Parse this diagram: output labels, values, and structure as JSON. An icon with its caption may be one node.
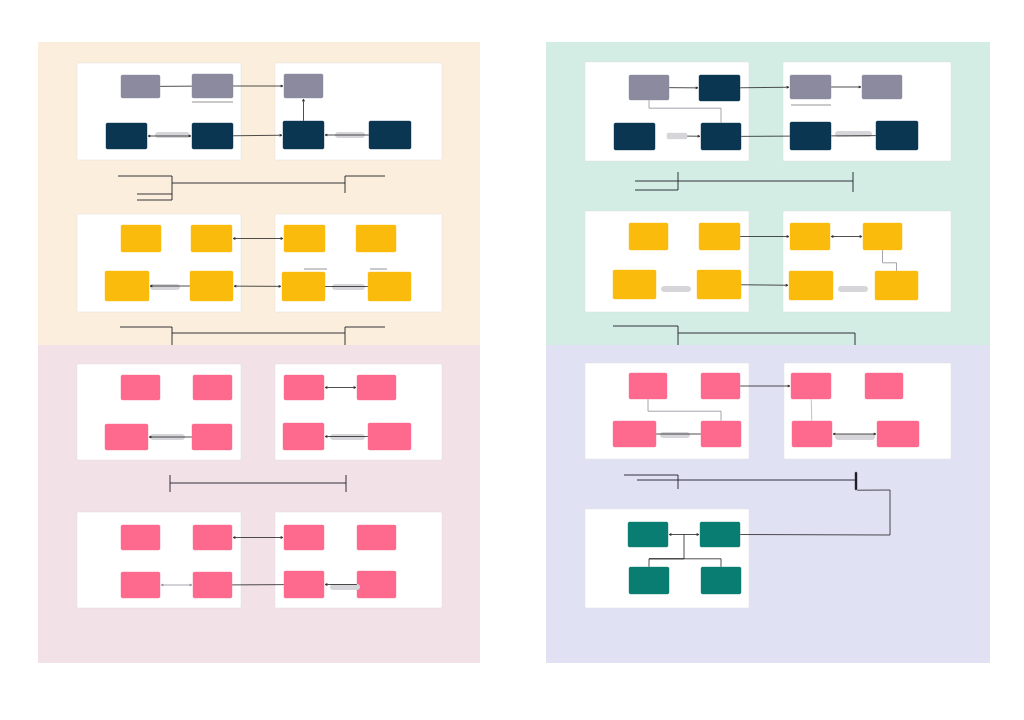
{
  "diagram": {
    "nodes": [
      {
        "text": [],
        "shape": "band"
      },
      {
        "text": [],
        "shape": "box",
        "in": 0
      },
      {
        "text": [],
        "shape": "box",
        "in": 1
      },
      {
        "text": [],
        "shape": "box",
        "in": 1
      },
      {
        "text": [],
        "shape": "box",
        "in": 1
      },
      {
        "text": [],
        "shape": "box",
        "in": 1
      },
      {
        "text": [],
        "shape": "box",
        "in": 0
      },
      {
        "text": [],
        "shape": "box",
        "in": 6
      },
      {
        "text": [],
        "shape": "box",
        "in": 6
      },
      {
        "text": [],
        "shape": "box",
        "in": 6
      },
      {
        "text": [],
        "shape": "box",
        "in": 0
      },
      {
        "text": [],
        "shape": "box",
        "in": 10
      },
      {
        "text": [],
        "shape": "box",
        "in": 10
      },
      {
        "text": [],
        "shape": "box",
        "in": 10
      },
      {
        "text": [],
        "shape": "box",
        "in": 10
      },
      {
        "text": [],
        "shape": "box",
        "in": 0
      },
      {
        "text": [],
        "shape": "box",
        "in": 15
      },
      {
        "text": [],
        "shape": "box",
        "in": 15
      },
      {
        "text": [],
        "shape": "box",
        "in": 15
      },
      {
        "text": [],
        "shape": "box",
        "in": 15
      },
      {
        "text": [],
        "shape": "band"
      },
      {
        "text": [],
        "shape": "box",
        "in": 20
      },
      {
        "text": [],
        "shape": "box",
        "in": 21
      },
      {
        "text": [],
        "shape": "box",
        "in": 21
      },
      {
        "text": [],
        "shape": "box",
        "in": 21
      },
      {
        "text": [],
        "shape": "box",
        "in": 21
      },
      {
        "text": [],
        "shape": "box",
        "in": 20
      },
      {
        "text": [],
        "shape": "box",
        "in": 26
      },
      {
        "text": [],
        "shape": "box",
        "in": 26
      },
      {
        "text": [],
        "shape": "box",
        "in": 26
      },
      {
        "text": [],
        "shape": "box",
        "in": 26
      },
      {
        "text": [],
        "shape": "box",
        "in": 20
      },
      {
        "text": [],
        "shape": "box",
        "in": 31
      },
      {
        "text": [],
        "shape": "box",
        "in": 31
      },
      {
        "text": [],
        "shape": "box",
        "in": 31
      },
      {
        "text": [],
        "shape": "box",
        "in": 31
      },
      {
        "text": [],
        "shape": "box",
        "in": 20
      },
      {
        "text": [],
        "shape": "box",
        "in": 36
      },
      {
        "text": [],
        "shape": "box",
        "in": 36
      },
      {
        "text": [],
        "shape": "box",
        "in": 36
      },
      {
        "text": [],
        "shape": "box",
        "in": 36
      },
      {
        "text": [],
        "shape": "band"
      },
      {
        "text": [],
        "shape": "box",
        "in": 41
      },
      {
        "text": [],
        "shape": "box",
        "in": 42
      },
      {
        "text": [],
        "shape": "box",
        "in": 42
      },
      {
        "text": [],
        "shape": "box",
        "in": 42
      },
      {
        "text": [],
        "shape": "box",
        "in": 42
      },
      {
        "text": [],
        "shape": "box",
        "in": 41
      },
      {
        "text": [],
        "shape": "box",
        "in": 47
      },
      {
        "text": [],
        "shape": "box",
        "in": 47
      },
      {
        "text": [],
        "shape": "box",
        "in": 47
      },
      {
        "text": [],
        "shape": "box",
        "in": 47
      },
      {
        "text": [],
        "shape": "box",
        "in": 41
      },
      {
        "text": [],
        "shape": "box",
        "in": 52
      },
      {
        "text": [],
        "shape": "box",
        "in": 52
      },
      {
        "text": [],
        "shape": "box",
        "in": 52
      },
      {
        "text": [],
        "shape": "box",
        "in": 52
      },
      {
        "text": [],
        "shape": "box",
        "in": 41
      },
      {
        "text": [],
        "shape": "box",
        "in": 57
      },
      {
        "text": [],
        "shape": "box",
        "in": 57
      },
      {
        "text": [],
        "shape": "box",
        "in": 57
      },
      {
        "text": [],
        "shape": "box",
        "in": 57
      },
      {
        "text": [],
        "shape": "band"
      },
      {
        "text": [],
        "shape": "box",
        "in": 62
      },
      {
        "text": [],
        "shape": "box",
        "in": 63
      },
      {
        "text": [],
        "shape": "box",
        "in": 63
      },
      {
        "text": [],
        "shape": "box",
        "in": 63
      },
      {
        "text": [],
        "shape": "box",
        "in": 63
      },
      {
        "text": [],
        "shape": "box",
        "in": 62
      },
      {
        "text": [],
        "shape": "box",
        "in": 68
      },
      {
        "text": [],
        "shape": "box",
        "in": 68
      },
      {
        "text": [],
        "shape": "box",
        "in": 68
      },
      {
        "text": [],
        "shape": "box",
        "in": 68
      },
      {
        "text": [],
        "shape": "box",
        "in": 62
      },
      {
        "text": [],
        "shape": "box",
        "in": 73
      },
      {
        "text": [],
        "shape": "box",
        "in": 73
      },
      {
        "text": [],
        "shape": "box",
        "in": 73
      },
      {
        "text": [],
        "shape": "box",
        "in": 73
      },
      {
        "text": [],
        "shape": "bar",
        "in": 21
      },
      {
        "text": [],
        "shape": "bar",
        "in": 62
      }
    ],
    "edges": [
      {
        "from": 2,
        "to": 3,
        "arrow": "none"
      },
      {
        "from": 3,
        "to": 7,
        "arrow": "to"
      },
      {
        "from": 4,
        "to": 5,
        "arrow": "both"
      },
      {
        "from": 5,
        "to": 8,
        "arrow": "to"
      },
      {
        "from": 8,
        "to": 7,
        "arrow": "to"
      },
      {
        "from": 9,
        "to": 8,
        "arrow": "to"
      },
      {
        "from": 12,
        "to": 16,
        "arrow": "both"
      },
      {
        "from": 14,
        "to": 13,
        "arrow": "to"
      },
      {
        "from": 14,
        "to": 18,
        "arrow": "both"
      },
      {
        "from": 18,
        "to": 19,
        "arrow": "none"
      },
      {
        "from": 22,
        "to": 23,
        "arrow": "to"
      },
      {
        "from": 23,
        "to": 27,
        "arrow": "to"
      },
      {
        "from": 22,
        "to": 25,
        "arrow": "none",
        "color": "#8d8d99"
      },
      {
        "from": 78,
        "to": 25,
        "arrow": "to"
      },
      {
        "from": 25,
        "to": 29,
        "arrow": "none"
      },
      {
        "from": 27,
        "to": 28,
        "arrow": "to"
      },
      {
        "from": 29,
        "to": 30,
        "arrow": "none"
      },
      {
        "from": 33,
        "to": 37,
        "arrow": "to"
      },
      {
        "from": 35,
        "to": 39,
        "arrow": "to"
      },
      {
        "from": 37,
        "to": 38,
        "arrow": "both"
      },
      {
        "from": 40,
        "to": 38,
        "arrow": "none",
        "color": "#8d8d99"
      },
      {
        "from": 46,
        "to": 45,
        "arrow": "to"
      },
      {
        "from": 48,
        "to": 49,
        "arrow": "both"
      },
      {
        "from": 51,
        "to": 50,
        "arrow": "to"
      },
      {
        "from": 54,
        "to": 58,
        "arrow": "both"
      },
      {
        "from": 55,
        "to": 56,
        "arrow": "both",
        "color": "#8d8d99"
      },
      {
        "from": 56,
        "to": 60,
        "arrow": "none"
      },
      {
        "from": 61,
        "to": 60,
        "arrow": "to"
      },
      {
        "from": 65,
        "to": 69,
        "arrow": "to"
      },
      {
        "from": 64,
        "to": 67,
        "arrow": "none",
        "color": "#8d8d99"
      },
      {
        "from": 66,
        "to": 67,
        "arrow": "none"
      },
      {
        "from": 71,
        "to": 72,
        "arrow": "both"
      },
      {
        "from": 69,
        "to": 71,
        "arrow": "none",
        "color": "#b0b0b8"
      },
      {
        "from": 74,
        "to": 75,
        "arrow": "both"
      },
      {
        "from": 76,
        "to": 77,
        "arrow": "none"
      },
      {
        "from": 75,
        "to": 79,
        "arrow": "none"
      }
    ]
  }
}
